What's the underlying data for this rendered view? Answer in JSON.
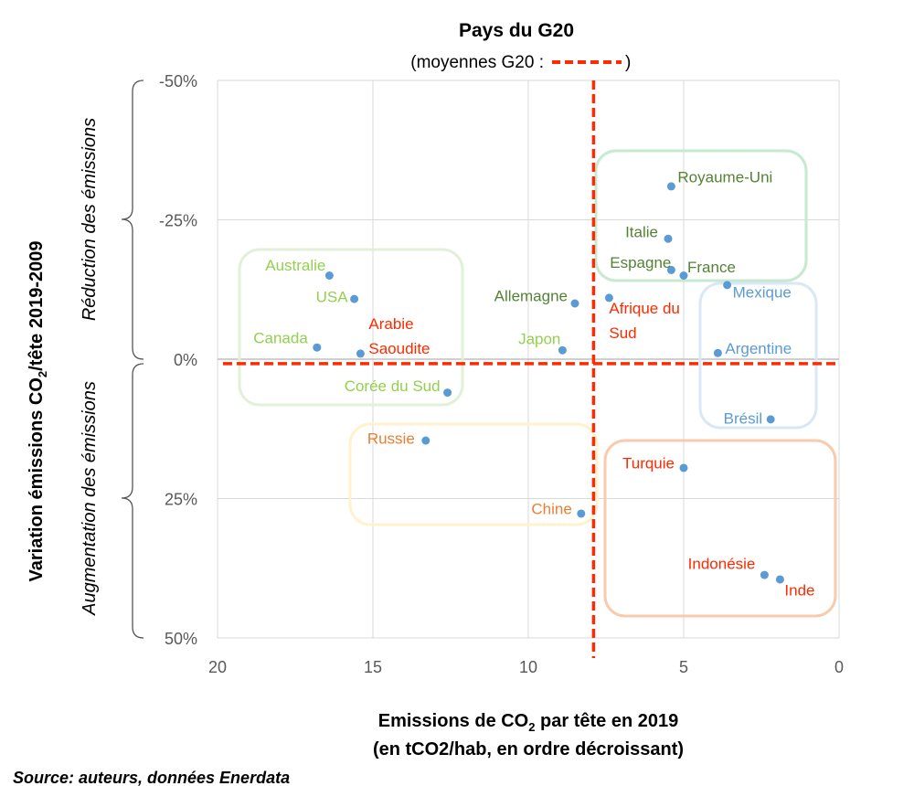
{
  "chart_data": {
    "type": "scatter",
    "title": "Pays du G20",
    "subtitle_prefix": "(moyennes G20 :",
    "subtitle_suffix": ")",
    "xlabel_line1": "Emissions de CO",
    "xlabel_sub": "2",
    "xlabel_line1_end": " par tête en 2019",
    "xlabel_line2": "(en tCO2/hab, en ordre décroissant)",
    "ylabel_start": "Variation émissions CO",
    "ylabel_sub": "2",
    "ylabel_end": "/tête 2019-2009",
    "y_annotation_top": "Réduction des émissions",
    "y_annotation_bottom": "Augmentation des émissions",
    "source": "Source: auteurs, données Enerdata",
    "xlim": [
      20,
      0
    ],
    "ylim": [
      -50,
      50
    ],
    "x_reversed": true,
    "y_reversed": true,
    "x_ticks": [
      20,
      15,
      10,
      5,
      0
    ],
    "x_tick_labels": [
      "20",
      "15",
      "10",
      "5",
      "0"
    ],
    "y_ticks": [
      -50,
      -25,
      0,
      25,
      50
    ],
    "y_tick_labels": [
      "-50%",
      "-25%",
      "0%",
      "25%",
      "50%"
    ],
    "grid": true,
    "mean_x": 7.9,
    "mean_y": 0.8,
    "colors": {
      "point": "#5B9BD5",
      "mean": "#FF2A00",
      "dark_green": "#548235",
      "light_green": "#92D050",
      "blue": "#5B9BD5",
      "red": "#FF2A00",
      "orange": "#ED7D31"
    },
    "points": [
      {
        "name": "Royaume-Uni",
        "x": 5.4,
        "y": -31,
        "group": "dark_green"
      },
      {
        "name": "Italie",
        "x": 5.5,
        "y": -21.6,
        "group": "dark_green"
      },
      {
        "name": "Espagne",
        "x": 5.4,
        "y": -16,
        "group": "dark_green"
      },
      {
        "name": "France",
        "x": 5.0,
        "y": -15,
        "group": "dark_green"
      },
      {
        "name": "Allemagne",
        "x": 8.5,
        "y": -10,
        "group": "dark_green"
      },
      {
        "name": "Mexique",
        "x": 3.6,
        "y": -13.3,
        "group": "blue"
      },
      {
        "name": "Argentine",
        "x": 3.9,
        "y": -1.1,
        "group": "blue"
      },
      {
        "name": "Brésil",
        "x": 2.2,
        "y": 10.8,
        "group": "blue"
      },
      {
        "name": "Afrique du Sud",
        "lines": [
          "Afrique du",
          "Sud"
        ],
        "x": 7.4,
        "y": -11,
        "group": "red"
      },
      {
        "name": "Arabie Saoudite",
        "lines": [
          "Arabie",
          "Saoudite"
        ],
        "x": 15.4,
        "y": -1,
        "group": "red"
      },
      {
        "name": "Turquie",
        "x": 5.0,
        "y": 19.5,
        "group": "red"
      },
      {
        "name": "Indonésie",
        "x": 2.4,
        "y": 38.7,
        "group": "red"
      },
      {
        "name": "Inde",
        "x": 1.9,
        "y": 39.5,
        "group": "red"
      },
      {
        "name": "Japon",
        "x": 8.9,
        "y": -1.6,
        "group": "light_green"
      },
      {
        "name": "Australie",
        "x": 16.4,
        "y": -15,
        "group": "light_green"
      },
      {
        "name": "USA",
        "x": 15.6,
        "y": -10.8,
        "group": "light_green"
      },
      {
        "name": "Canada",
        "x": 16.8,
        "y": -2.1,
        "group": "light_green"
      },
      {
        "name": "Corée du Sud",
        "x": 12.6,
        "y": 6,
        "group": "light_green"
      },
      {
        "name": "Russie",
        "x": 13.3,
        "y": 14.6,
        "group": "orange"
      },
      {
        "name": "Chine",
        "x": 8.3,
        "y": 27.7,
        "group": "orange"
      }
    ]
  }
}
